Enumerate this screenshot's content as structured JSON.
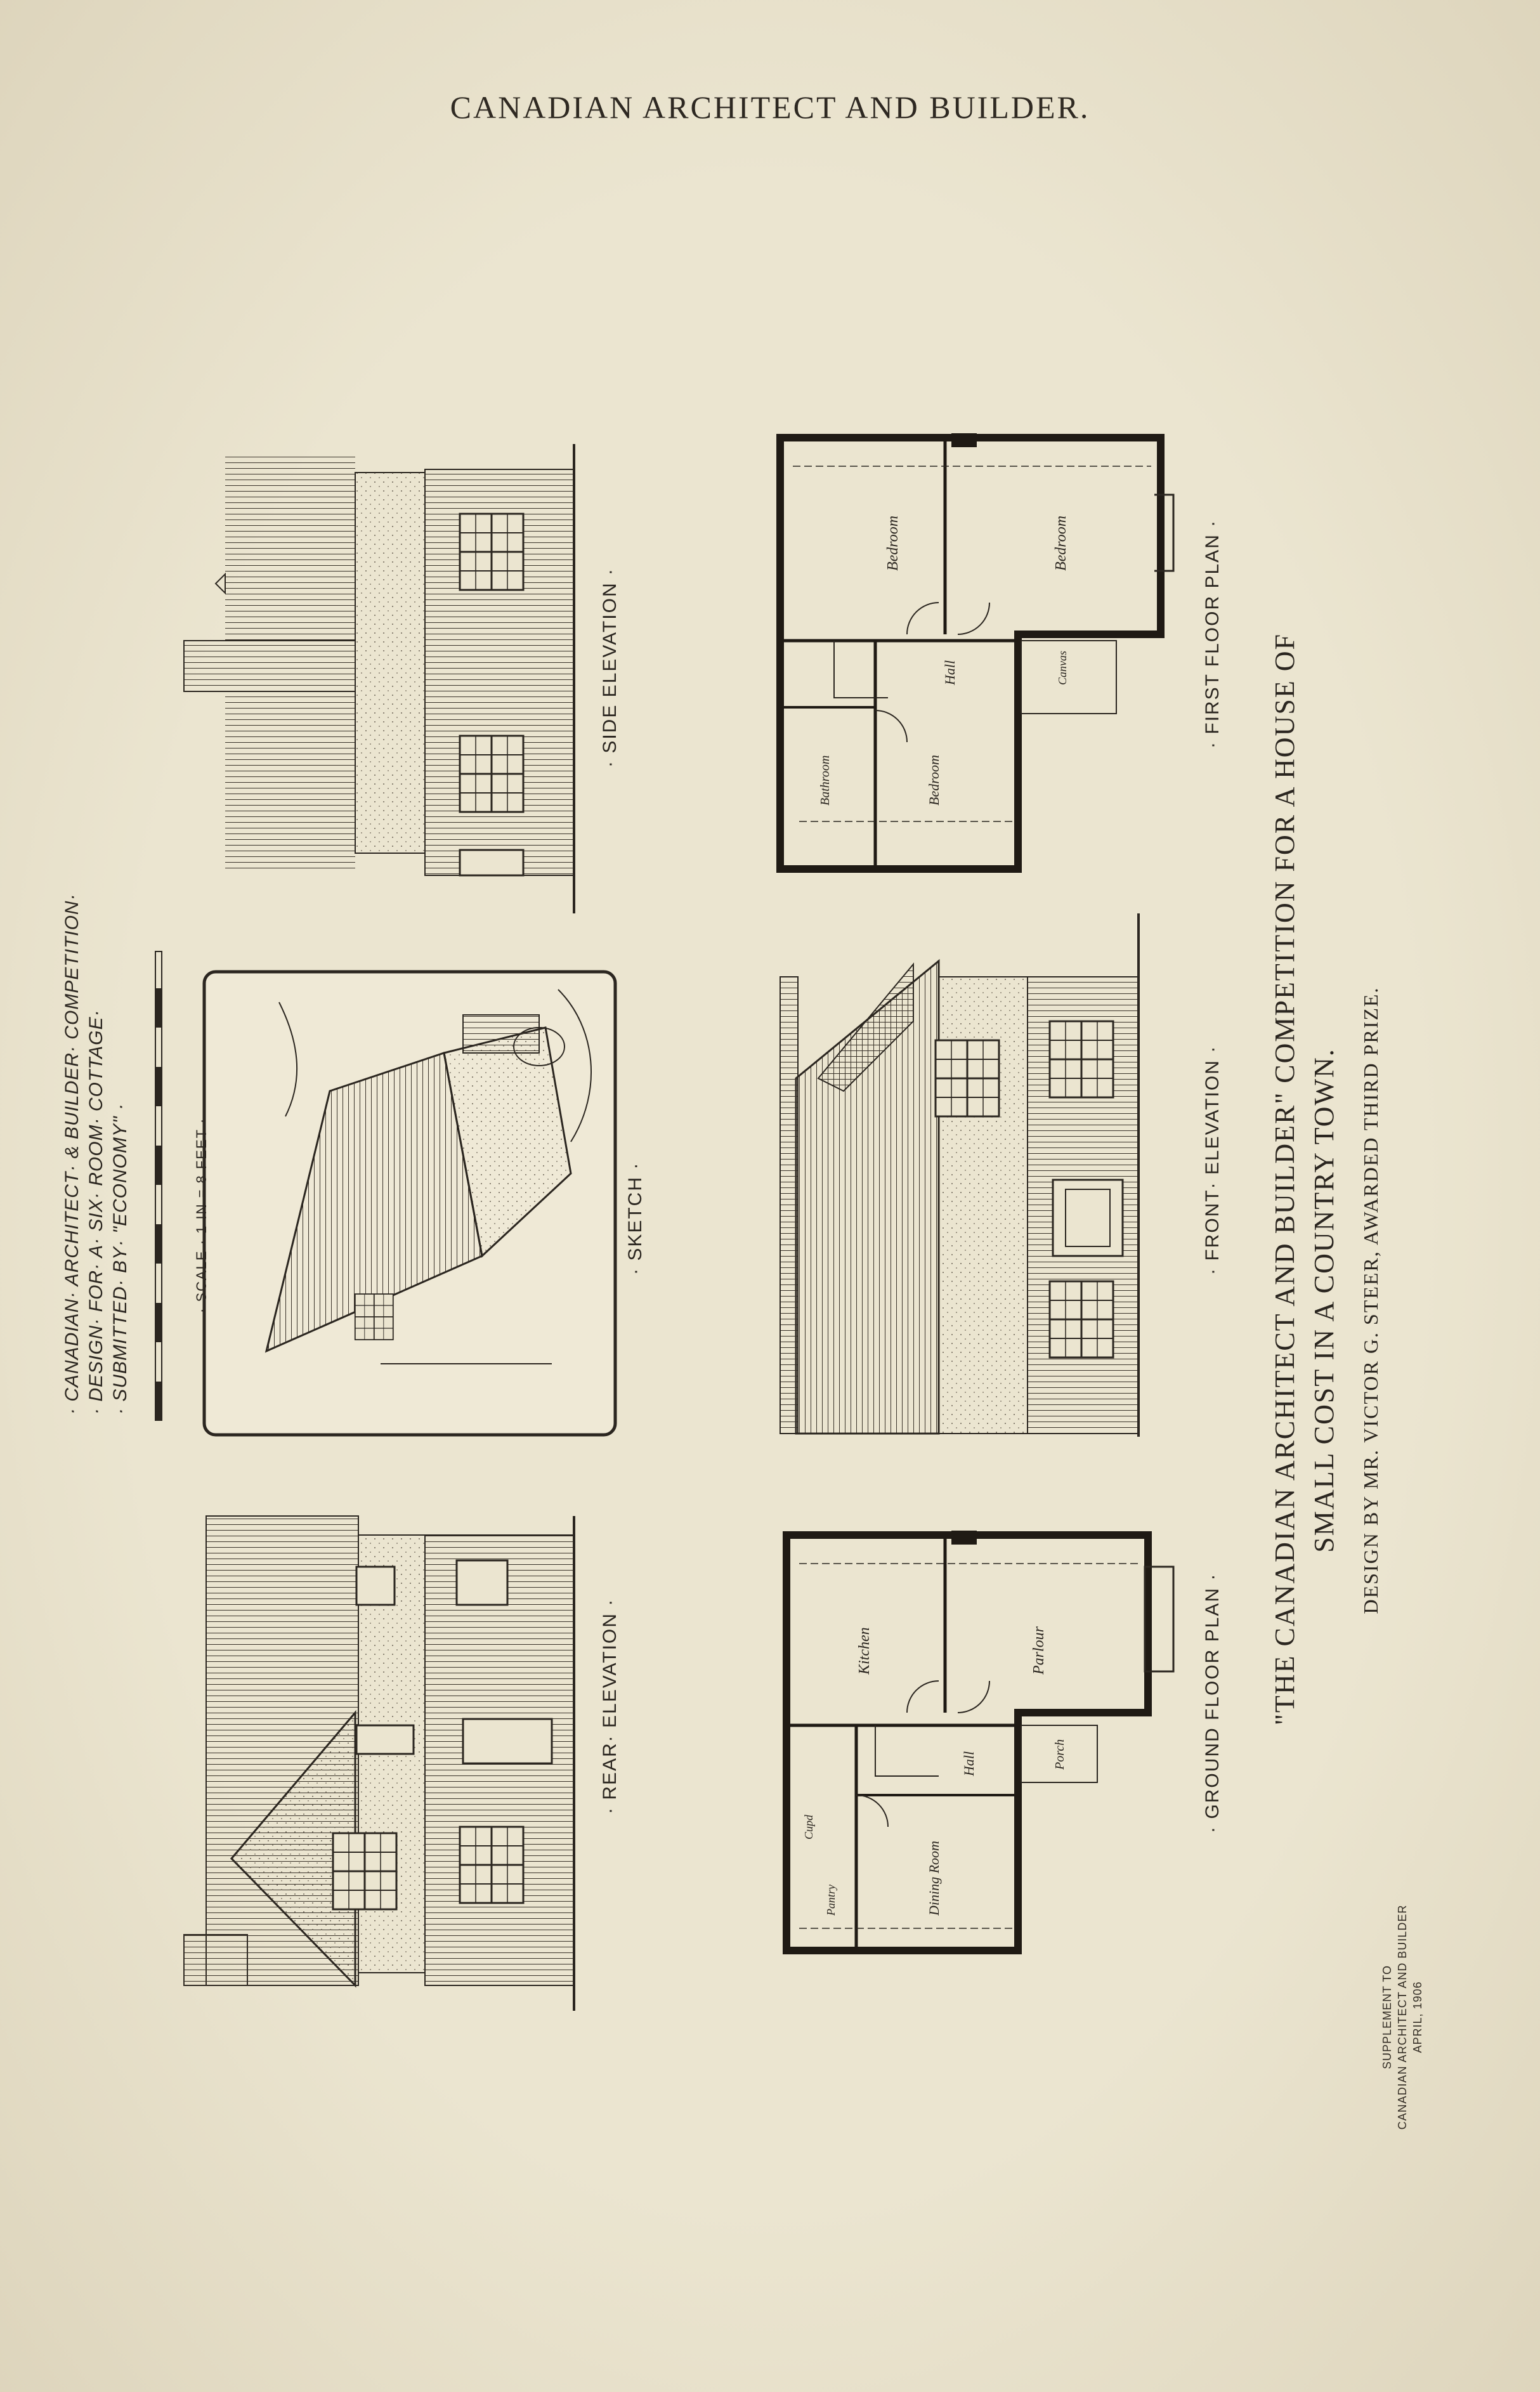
{
  "header": {
    "title": "CANADIAN ARCHITECT AND BUILDER."
  },
  "title_block": {
    "line1": "· CANADIAN· ARCHITECT· & BUILDER· COMPETITION·",
    "line2": "· DESIGN· FOR· A· SIX· ROOM· COTTAGE·",
    "line3": "· SUBMITTED· BY· \"ECONOMY\" ·",
    "scale": "· SCALE · 1 IN = 8 FEET ·"
  },
  "drawing_labels": {
    "side_elevation": "· SIDE ELEVATION ·",
    "sketch": "· SKETCH ·",
    "rear_elevation": "· REAR· ELEVATION ·",
    "first_floor_plan": "· FIRST FLOOR PLAN ·",
    "front_elevation": "· FRONT· ELEVATION ·",
    "ground_floor_plan": "· GROUND FLOOR PLAN ·"
  },
  "first_floor_rooms": {
    "bedroom_1": "Bedroom",
    "bedroom_2": "Bedroom",
    "hall": "Hall",
    "bathroom": "Bathroom",
    "bedroom_3": "Bedroom",
    "canvas": "Canvas"
  },
  "ground_floor_rooms": {
    "kitchen": "Kitchen",
    "parlour": "Parlour",
    "hall": "Hall",
    "porch": "Porch",
    "dining_room": "Dining Room",
    "pantry": "Pantry",
    "cupd": "Cupd"
  },
  "caption": {
    "line1": "\"THE CANADIAN ARCHITECT AND BUILDER\" COMPETITION FOR A HOUSE OF",
    "line2": "SMALL COST IN A COUNTRY TOWN.",
    "credit": "DESIGN BY MR. VICTOR G. STEER, AWARDED THIRD PRIZE."
  },
  "supplement": {
    "line1": "SUPPLEMENT TO",
    "line2": "CANADIAN ARCHITECT AND BUILDER",
    "line3": "APRIL, 1906"
  },
  "colors": {
    "paper": "#ebe5d0",
    "ink": "#2b2620"
  }
}
